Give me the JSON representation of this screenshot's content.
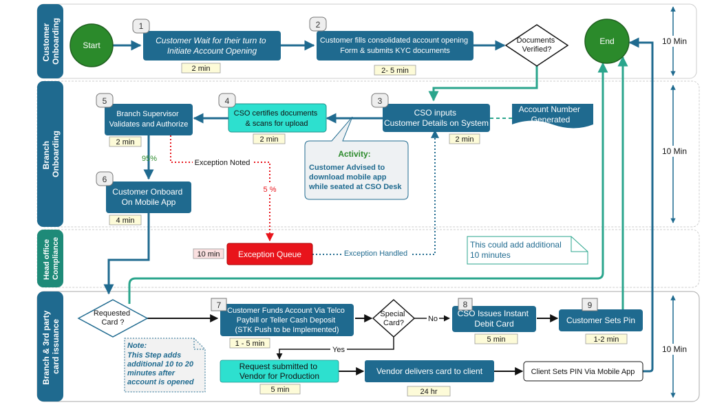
{
  "lanes": [
    {
      "label_lines": [
        "Customer",
        "Onboarding"
      ],
      "color": "#1f6a8f"
    },
    {
      "label_lines": [
        "Branch",
        "Onboarding"
      ],
      "color": "#1f6a8f"
    },
    {
      "label_lines": [
        "Head office",
        "Compliance"
      ],
      "color": "#1e8a78"
    },
    {
      "label_lines": [
        "Branch & 3rd party",
        "card issuance"
      ],
      "color": "#1f6a8f"
    }
  ],
  "durations": {
    "lane1": "10 Min",
    "lane2": "10 Min",
    "lane4": "10 Min"
  },
  "start": "Start",
  "end": "End",
  "steps": {
    "s1": {
      "num": "1",
      "lines": [
        "Customer Wait for their turn to",
        "Initiate Account Opening"
      ],
      "time": "2 min"
    },
    "s2": {
      "num": "2",
      "lines": [
        "Customer fills consolidated account opening",
        "Form & submits KYC documents"
      ],
      "time": "2- 5 min"
    },
    "s3": {
      "num": "3",
      "lines": [
        "CSO inputs",
        "Customer Details on System"
      ],
      "time": "2 min"
    },
    "s4": {
      "num": "4",
      "lines": [
        "CSO certifies  documents",
        "& scans for upload"
      ],
      "time": "2 min"
    },
    "s5": {
      "num": "5",
      "lines": [
        "Branch Supervisor",
        "Validates and Authorize"
      ],
      "time": "2 min"
    },
    "s6": {
      "num": "6",
      "lines": [
        "Customer Onboard",
        "On Mobile App"
      ],
      "time": "4 min"
    },
    "s7": {
      "num": "7",
      "lines": [
        "Customer Funds Account Via Telco",
        "Paybill or Teller Cash Deposit",
        "(STK Push to be Implemented)"
      ],
      "time": "1 - 5 min"
    },
    "s8": {
      "num": "8",
      "lines": [
        "CSO Issues Instant",
        "Debit Card"
      ],
      "time": "5 min"
    },
    "s9": {
      "num": "9",
      "lines": [
        "Customer Sets Pin"
      ],
      "time": "1-2 min"
    }
  },
  "decisions": {
    "documents": [
      "Documents",
      "Verified?"
    ],
    "requested_card": [
      "Requested",
      "Card ?"
    ],
    "special_card": [
      "Special",
      "Card?"
    ]
  },
  "account_number": [
    "Account Number",
    "Generated"
  ],
  "activity": {
    "title": "Activity:",
    "lines": [
      "Customer Advised to",
      "download mobile app",
      "while seated at CSO Desk"
    ]
  },
  "exception_queue": {
    "label": "Exception Queue",
    "time": "10 min"
  },
  "labels": {
    "pct95": "95%",
    "pct5": "5 %",
    "exception_noted": "Exception Noted",
    "exception_handled": "Exception Handled",
    "no": "No",
    "yes": "Yes"
  },
  "additional_note": [
    "This could add additional",
    "10 minutes"
  ],
  "note": {
    "title": "Note:",
    "lines": [
      "This Step adds",
      "additional 10 to 20",
      "minutes after",
      "account is opened"
    ]
  },
  "vendor_request": {
    "lines": [
      "Request submitted to",
      "Vendor for Production"
    ],
    "time": "5 min"
  },
  "vendor_delivers": {
    "label": "Vendor delivers card to client",
    "time": "24 hr"
  },
  "client_pin": "Client Sets PIN Via Mobile App",
  "colors": {
    "blue": "#1f6a8f",
    "teal": "#2aa58c",
    "cyan": "#2de0cf",
    "red": "#e8141b",
    "green": "#2b8a2b",
    "time_fill": "#fdfbd8"
  }
}
